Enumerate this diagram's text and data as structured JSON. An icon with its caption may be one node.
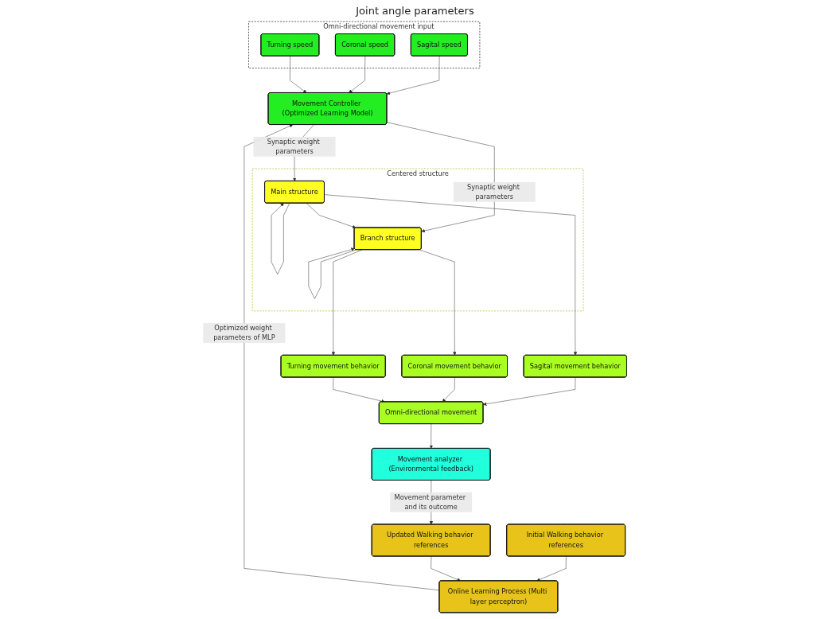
{
  "diagram": {
    "nodes": [
      {
        "text": [
          "Omni-directional movement input"
        ]
      },
      {
        "text": [
          "Sagital speed"
        ],
        "in": 0
      },
      {
        "text": [
          "Coronal speed"
        ],
        "in": 0
      },
      {
        "text": [
          "Turning speed"
        ],
        "in": 0
      },
      {
        "text": [
          "Movement Controller (Optimized Learning Model)"
        ]
      },
      {
        "text": [
          "Centered structure"
        ]
      },
      {
        "text": [
          "Main structure"
        ],
        "in": 5
      },
      {
        "text": [
          "Branch structure"
        ],
        "in": 5
      },
      {
        "text": [
          "Online Learning Process (Multi layer perceptron)"
        ]
      },
      {
        "text": [
          "Sagital movement behavior"
        ]
      },
      {
        "text": [
          "Coronal movement behavior"
        ]
      },
      {
        "text": [
          "Turning movement behavior"
        ]
      },
      {
        "text": [
          "Initial Walking behavior references"
        ]
      },
      {
        "text": [
          "Updated Walking behavior references"
        ]
      },
      {
        "text": [
          "Omni-directional movement"
        ]
      },
      {
        "text": [
          "Movement analyzer (Environmental feedback)"
        ]
      }
    ],
    "edges": [
      {
        "from": 1,
        "to": 4,
        "arrow": "to"
      },
      {
        "from": 2,
        "to": 4,
        "arrow": "to"
      },
      {
        "from": 3,
        "to": 4,
        "arrow": "to"
      },
      {
        "from": 8,
        "to": 4,
        "arrow": "to",
        "label": "Optimized weight parameters of MLP"
      },
      {
        "from": 4,
        "to": 6,
        "arrow": "to",
        "label": "Synaptic weight parameters"
      },
      {
        "from": 4,
        "to": 7,
        "arrow": "to",
        "label": "Synaptic weight parameters"
      },
      {
        "from": 6,
        "to": 6,
        "arrow": "to"
      },
      {
        "from": 6,
        "to": 7,
        "arrow": "to"
      },
      {
        "from": 7,
        "to": 7,
        "arrow": "to"
      },
      {
        "from": 12,
        "to": 8,
        "arrow": "to"
      },
      {
        "from": 13,
        "to": 8,
        "arrow": "to"
      },
      {
        "from": 6,
        "to": 9,
        "arrow": "to"
      },
      {
        "from": 7,
        "to": 10,
        "arrow": "to"
      },
      {
        "from": 7,
        "to": 11,
        "arrow": "to"
      },
      {
        "from": 9,
        "to": 14,
        "arrow": "to"
      },
      {
        "from": 10,
        "to": 14,
        "arrow": "to"
      },
      {
        "from": 11,
        "to": 14,
        "arrow": "to"
      },
      {
        "from": 14,
        "to": 15,
        "arrow": "to"
      },
      {
        "from": 15,
        "to": 13,
        "arrow": "to",
        "label": "Movement parameter and its outcome"
      }
    ],
    "labels": [
      "Joint angle parameters"
    ]
  }
}
